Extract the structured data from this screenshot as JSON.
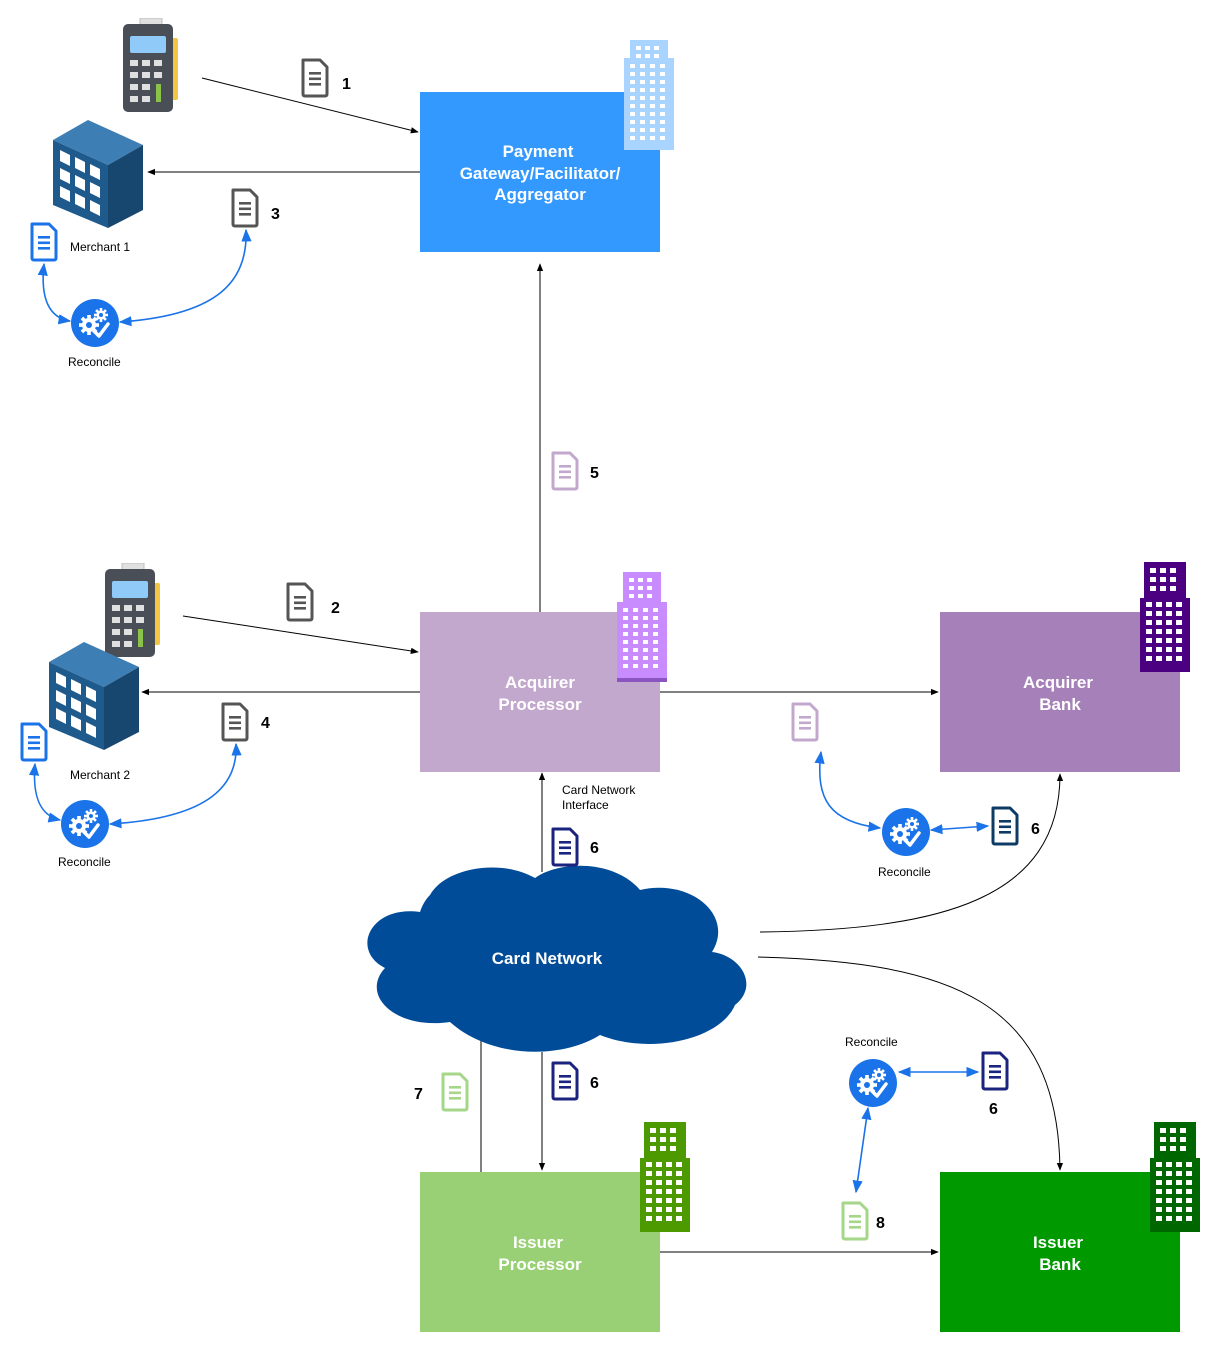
{
  "nodes": {
    "gateway": {
      "line1": "Payment",
      "line2": "Gateway/Facilitator/",
      "line3": "Aggregator",
      "color": "#3399ff"
    },
    "acquirer_processor": {
      "line1": "Acquirer",
      "line2": "Processor",
      "color": "#c3a8cd"
    },
    "acquirer_bank": {
      "line1": "Acquirer",
      "line2": "Bank",
      "color": "#a681b9"
    },
    "issuer_processor": {
      "line1": "Issuer",
      "line2": "Processor",
      "color": "#99d075"
    },
    "issuer_bank": {
      "line1": "Issuer",
      "line2": "Bank",
      "color": "#009900"
    },
    "card_network": {
      "label": "Card Network",
      "color": "#004c99"
    }
  },
  "labels": {
    "merchant1": "Merchant 1",
    "merchant2": "Merchant 2",
    "reconcile": "Reconcile",
    "card_network_interface_1": "Card Network",
    "card_network_interface_2": "Interface"
  },
  "steps": {
    "s1": "1",
    "s2": "2",
    "s3": "3",
    "s4": "4",
    "s5": "5",
    "s6": "6",
    "s7": "7",
    "s8": "8"
  },
  "icons": {
    "pos": "pos-terminal-icon",
    "merchant_building": "merchant-building-icon",
    "bank_building": "office-building-icon",
    "document": "document-icon",
    "reconcile": "reconcile-gear-icon"
  },
  "colors": {
    "doc_gray": "#555555",
    "doc_blue": "#1a73e8",
    "doc_lilac": "#c3a8cd",
    "doc_navy": "#1a237e",
    "doc_navy2": "#0d3b66",
    "doc_green": "#a5d68a",
    "reconcile_blue": "#1a73e8"
  }
}
